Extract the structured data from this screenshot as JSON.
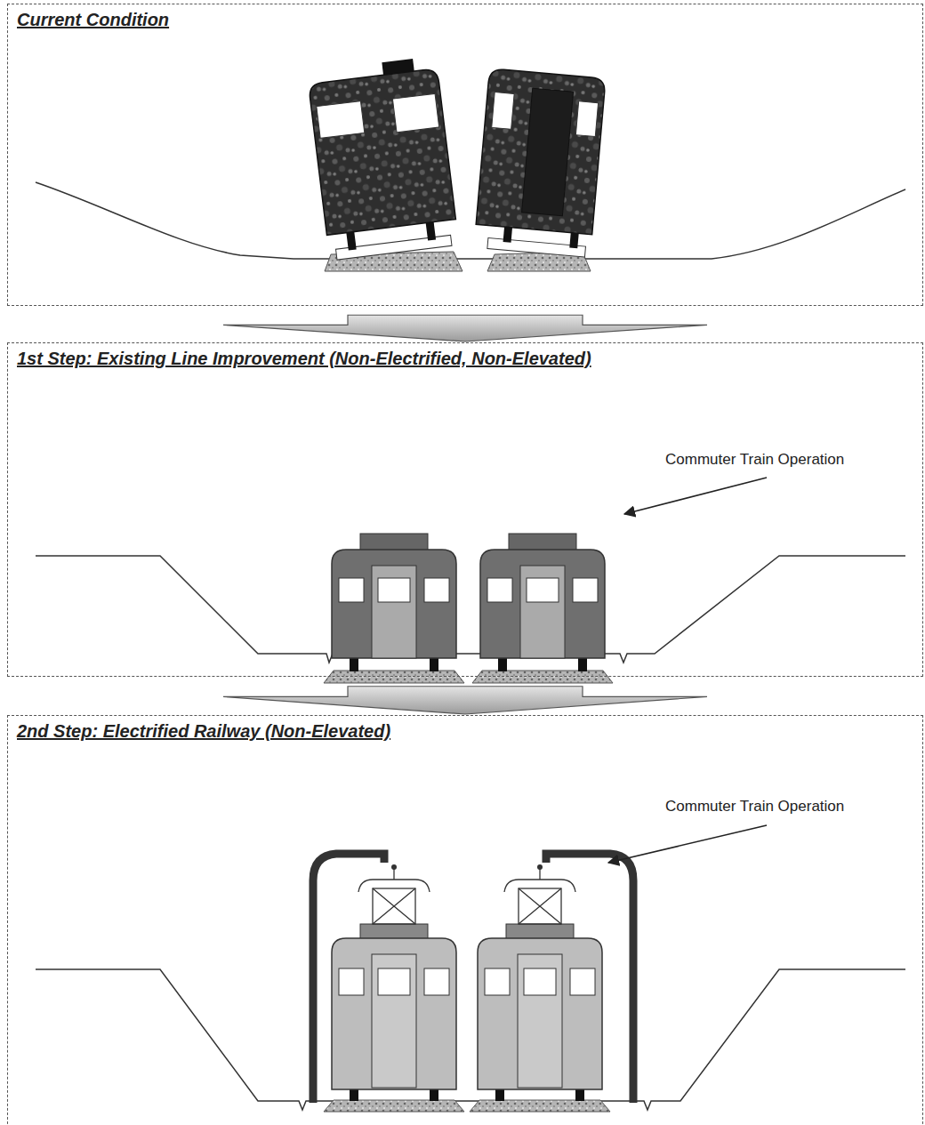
{
  "diagram": {
    "nodes": [
      {
        "text": [
          "Current Condition"
        ]
      },
      {
        "text": [
          "1st Step: Existing Line Improvement (Non-Electrified, Non-Elevated)"
        ]
      },
      {
        "text": [
          "2nd Step: Electrified Railway (Non-Elevated)"
        ]
      }
    ],
    "edges": [
      {
        "from": 0,
        "to": 1,
        "arrow": "to"
      },
      {
        "from": 1,
        "to": 2,
        "arrow": "to"
      }
    ],
    "labels": [
      "Commuter Train Operation",
      "Commuter Train Operation"
    ]
  }
}
